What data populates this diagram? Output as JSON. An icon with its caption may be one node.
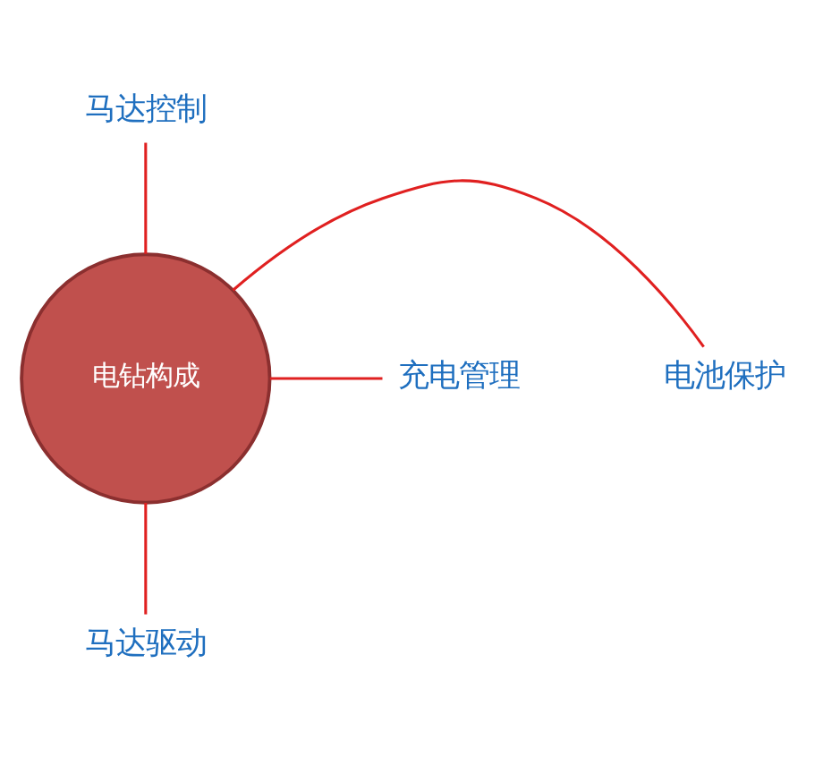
{
  "diagram": {
    "nodes": [
      {
        "text": [
          "马达控制"
        ]
      },
      {
        "text": [
          "电池保护"
        ]
      },
      {
        "text": [
          "电钻构成"
        ]
      },
      {
        "text": [
          "充电管理"
        ]
      },
      {
        "text": [
          "马达驱动"
        ]
      }
    ],
    "edges": [
      {
        "from": 2,
        "to": 0,
        "arrow": "none"
      },
      {
        "from": 2,
        "to": 1,
        "arrow": "none"
      },
      {
        "from": 2,
        "to": 3,
        "arrow": "none"
      },
      {
        "from": 2,
        "to": 4,
        "arrow": "none"
      }
    ]
  }
}
